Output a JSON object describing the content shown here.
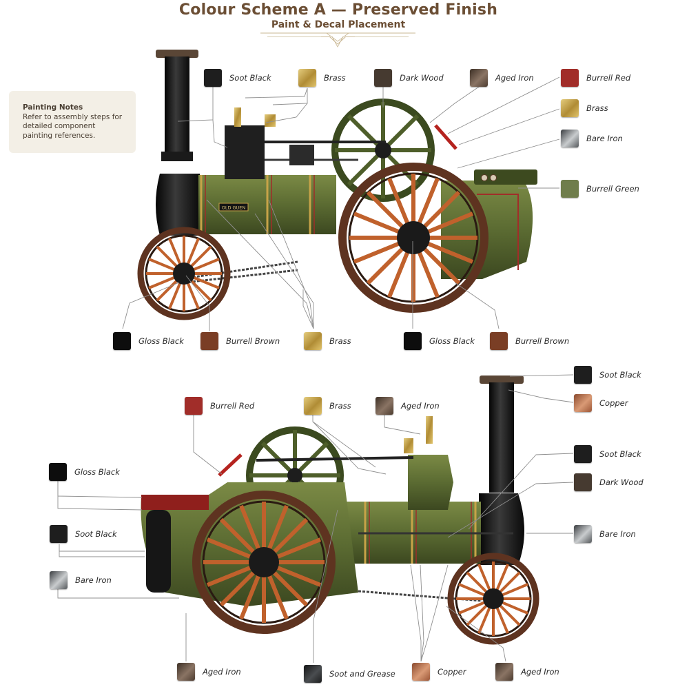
{
  "header": {
    "title": "Colour Scheme A — Preserved Finish",
    "subtitle": "Paint & Decal Placement"
  },
  "notes": {
    "title": "Painting Notes",
    "body": "Refer to assembly steps for detailed component painting references."
  },
  "nameplate": "OLD GUEN",
  "colors": {
    "soot_black": "#1e1e1e",
    "gloss_black": "#0d0d0d",
    "brass": "#c7a348",
    "dark_wood": "#463a30",
    "aged_iron": "#6e5a49",
    "burrell_red": "#a12d29",
    "bare_iron": "#808487",
    "burrell_green": "#6f7d4c",
    "burrell_brown": "#7a3e25",
    "copper": "#b8704c",
    "soot_grease": "#26282a",
    "engine_green": "#5b6b32",
    "wheel_rim": "#6a3a22"
  },
  "top_callouts": [
    {
      "label": "Soot Black",
      "color": "soot_black"
    },
    {
      "label": "Brass",
      "color": "brass"
    },
    {
      "label": "Dark Wood",
      "color": "dark_wood"
    },
    {
      "label": "Aged Iron",
      "color": "aged_iron"
    },
    {
      "label": "Burrell Red",
      "color": "burrell_red"
    },
    {
      "label": "Brass",
      "color": "brass"
    },
    {
      "label": "Bare Iron",
      "color": "bare_iron"
    },
    {
      "label": "Burrell Green",
      "color": "burrell_green"
    },
    {
      "label": "Gloss Black",
      "color": "gloss_black"
    },
    {
      "label": "Burrell Brown",
      "color": "burrell_brown"
    },
    {
      "label": "Brass",
      "color": "brass"
    },
    {
      "label": "Gloss Black",
      "color": "gloss_black"
    },
    {
      "label": "Burrell Brown",
      "color": "burrell_brown"
    }
  ],
  "bottom_callouts": [
    {
      "label": "Soot Black",
      "color": "soot_black"
    },
    {
      "label": "Copper",
      "color": "copper"
    },
    {
      "label": "Burrell Red",
      "color": "burrell_red"
    },
    {
      "label": "Brass",
      "color": "brass"
    },
    {
      "label": "Aged Iron",
      "color": "aged_iron"
    },
    {
      "label": "Gloss Black",
      "color": "gloss_black"
    },
    {
      "label": "Soot Black",
      "color": "soot_black"
    },
    {
      "label": "Dark Wood",
      "color": "dark_wood"
    },
    {
      "label": "Soot Black",
      "color": "soot_black"
    },
    {
      "label": "Bare Iron",
      "color": "bare_iron"
    },
    {
      "label": "Bare Iron",
      "color": "bare_iron"
    },
    {
      "label": "Aged Iron",
      "color": "aged_iron"
    },
    {
      "label": "Soot and Grease",
      "color": "soot_grease"
    },
    {
      "label": "Copper",
      "color": "copper"
    },
    {
      "label": "Aged Iron",
      "color": "aged_iron"
    }
  ]
}
